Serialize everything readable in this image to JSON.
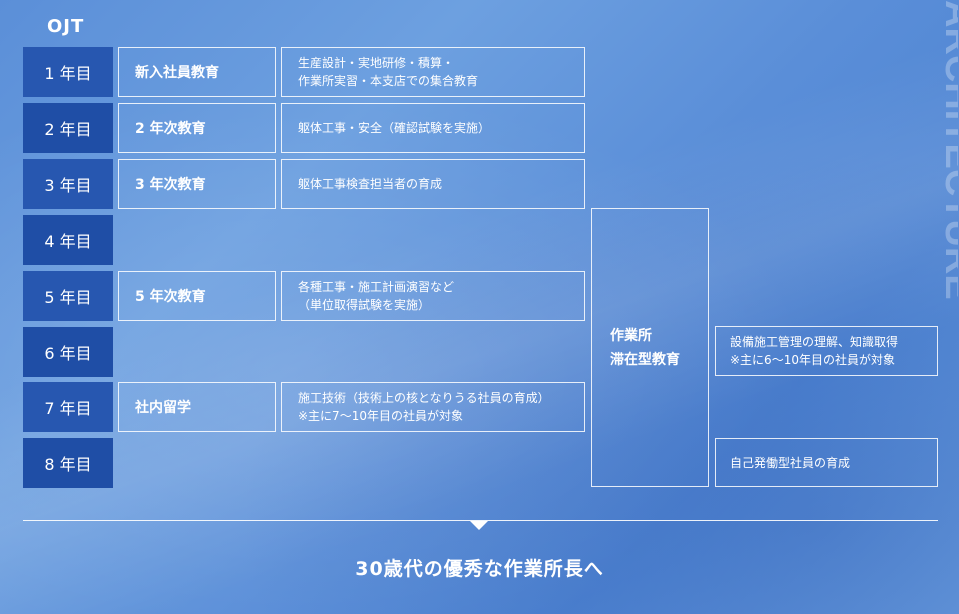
{
  "header": {
    "title": "OJT"
  },
  "years": [
    "1 年目",
    "2 年目",
    "3 年目",
    "4 年目",
    "5 年目",
    "6 年目",
    "7 年目",
    "8 年目"
  ],
  "education": {
    "y1": {
      "name": "新入社員教育",
      "details": [
        "生産設計・実地研修・積算・",
        "作業所実習・本支店での集合教育"
      ]
    },
    "y2": {
      "name": "2 年次教育",
      "details": [
        "躯体工事・安全（確認試験を実施）"
      ]
    },
    "y3": {
      "name": "3 年次教育",
      "details": [
        "躯体工事検査担当者の育成"
      ]
    },
    "y5": {
      "name": "5 年次教育",
      "details": [
        "各種工事・施工計画演習など",
        "（単位取得試験を実施）"
      ]
    },
    "y7": {
      "name": "社内留学",
      "details": [
        "施工技術（技術上の核となりうる社員の育成）",
        "※主に7〜10年目の社員が対象"
      ]
    }
  },
  "onsite": {
    "lines": [
      "作業所",
      "滞在型教育"
    ]
  },
  "right": {
    "knowledge": [
      "設備施工管理の理解、知識取得",
      "※主に6〜10年目の社員が対象"
    ],
    "self": "自己発働型社員の育成"
  },
  "watermark": "ARCHITECTURE",
  "conclusion": "30歳代の優秀な作業所長へ"
}
